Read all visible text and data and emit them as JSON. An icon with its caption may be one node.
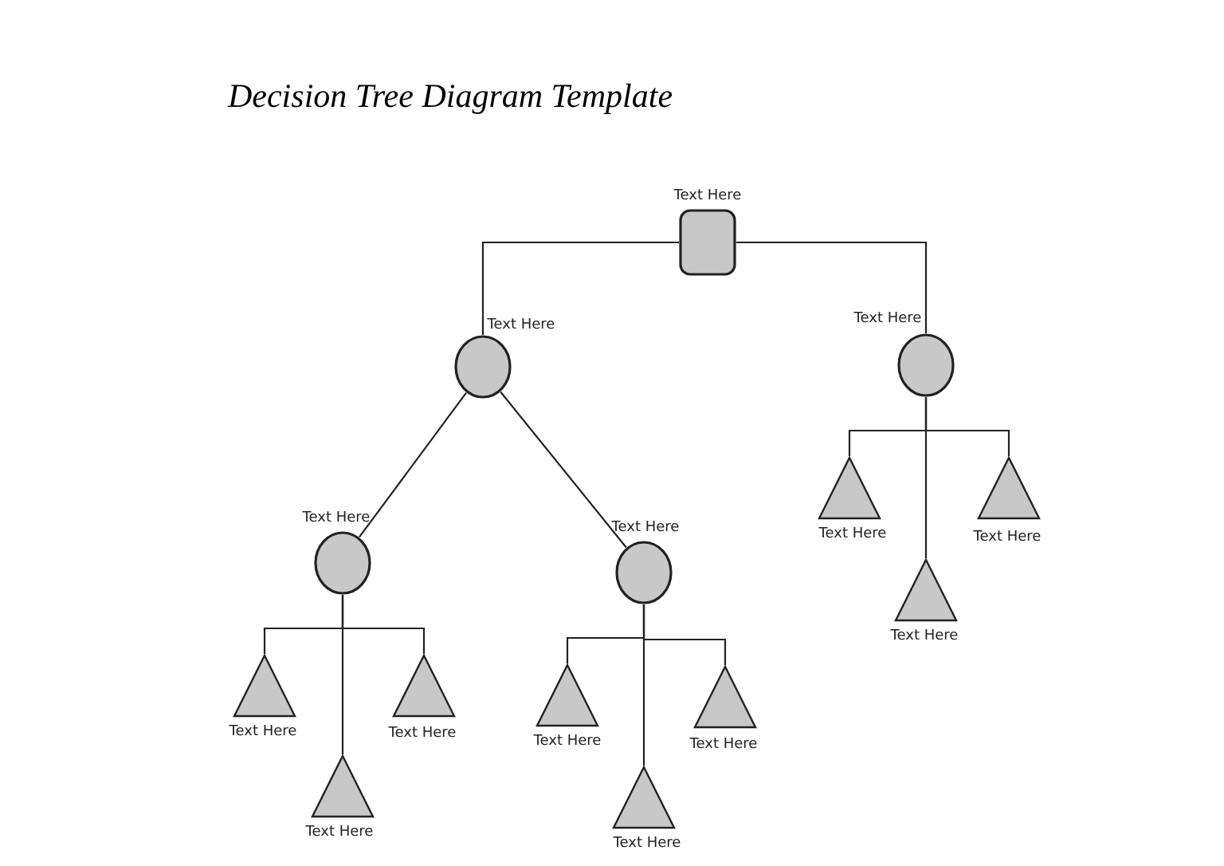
{
  "diagram": {
    "title": "Decision Tree Diagram Template",
    "nodes": [
      {
        "text": [],
        "shape": "box",
        "beside": [
          "Text Here"
        ]
      },
      {
        "text": [],
        "shape": "circle",
        "beside": [
          "Text Here"
        ]
      },
      {
        "text": [],
        "shape": "circle",
        "beside": [
          "Text Here"
        ]
      },
      {
        "text": [],
        "shape": "circle",
        "beside": [
          "Text Here"
        ]
      },
      {
        "text": [],
        "shape": "circle",
        "beside": [
          "Text Here"
        ]
      },
      {
        "text": [],
        "shape": "triangle",
        "beside": [
          "Text Here"
        ]
      },
      {
        "text": [],
        "shape": "triangle",
        "beside": [
          "Text Here"
        ]
      },
      {
        "text": [],
        "shape": "triangle",
        "beside": [
          "Text Here"
        ]
      },
      {
        "text": [],
        "shape": "triangle",
        "beside": [
          "Text Here"
        ]
      },
      {
        "text": [],
        "shape": "triangle",
        "beside": [
          "Text Here"
        ]
      },
      {
        "text": [],
        "shape": "triangle",
        "beside": [
          "Text Here"
        ]
      },
      {
        "text": [],
        "shape": "triangle",
        "beside": [
          "Text Here"
        ]
      },
      {
        "text": [],
        "shape": "triangle",
        "beside": [
          "Text Here"
        ]
      },
      {
        "text": [],
        "shape": "triangle",
        "beside": [
          "Text Here"
        ]
      }
    ],
    "edges": [
      {
        "from": 0,
        "to": 1,
        "arrow": "none"
      },
      {
        "from": 0,
        "to": 2,
        "arrow": "none"
      },
      {
        "from": 1,
        "to": 3,
        "arrow": "none"
      },
      {
        "from": 1,
        "to": 4,
        "arrow": "none"
      },
      {
        "from": 2,
        "to": 5,
        "arrow": "none"
      },
      {
        "from": 2,
        "to": 6,
        "arrow": "none"
      },
      {
        "from": 2,
        "to": 7,
        "arrow": "none"
      },
      {
        "from": 3,
        "to": 8,
        "arrow": "none"
      },
      {
        "from": 3,
        "to": 9,
        "arrow": "none"
      },
      {
        "from": 3,
        "to": 10,
        "arrow": "none"
      },
      {
        "from": 4,
        "to": 11,
        "arrow": "none"
      },
      {
        "from": 4,
        "to": 12,
        "arrow": "none"
      },
      {
        "from": 4,
        "to": 13,
        "arrow": "none"
      }
    ]
  }
}
